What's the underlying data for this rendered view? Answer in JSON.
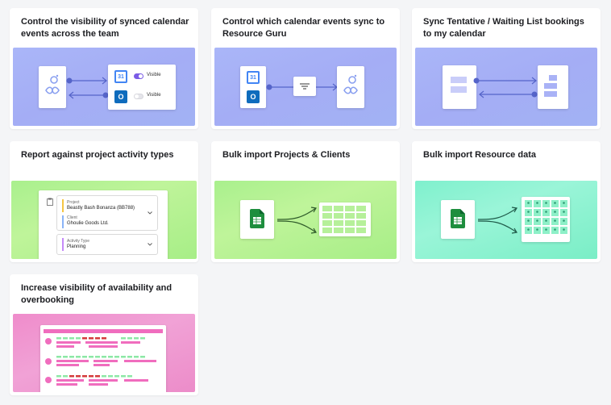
{
  "cards": [
    {
      "title": "Control the visibility of synced calendar events across the team"
    },
    {
      "title": "Control which calendar events sync to Resource Guru"
    },
    {
      "title": "Sync Tentative / Waiting List bookings to my calendar"
    },
    {
      "title": "Report against project activity types"
    },
    {
      "title": "Bulk import Projects & Clients"
    },
    {
      "title": "Bulk import Resource data"
    },
    {
      "title": "Increase visibility of availability and overbooking"
    }
  ],
  "visibility_card": {
    "toggle1_label": "Visible",
    "toggle2_label": "Visible",
    "gcal_number": "31",
    "outlook_letter": "O"
  },
  "sync_card": {
    "gcal_number": "31",
    "outlook_letter": "O"
  },
  "activity_card": {
    "project_label": "Project",
    "project_value": "Beastly Bash Bonanza (BB788)",
    "client_label": "Client",
    "client_value": "Ghoulie Goods Ltd.",
    "activity_label": "Activity Type",
    "activity_value": "Planning"
  },
  "colors": {
    "accent_purple": "#7b5ce6",
    "gcal_blue": "#4285f4",
    "outlook_blue": "#0f6cbd",
    "sheets_green": "#1e8e3e",
    "project_yellow": "#f5c542",
    "client_blue": "#8ab4f8",
    "activity_purple": "#c58af9"
  }
}
